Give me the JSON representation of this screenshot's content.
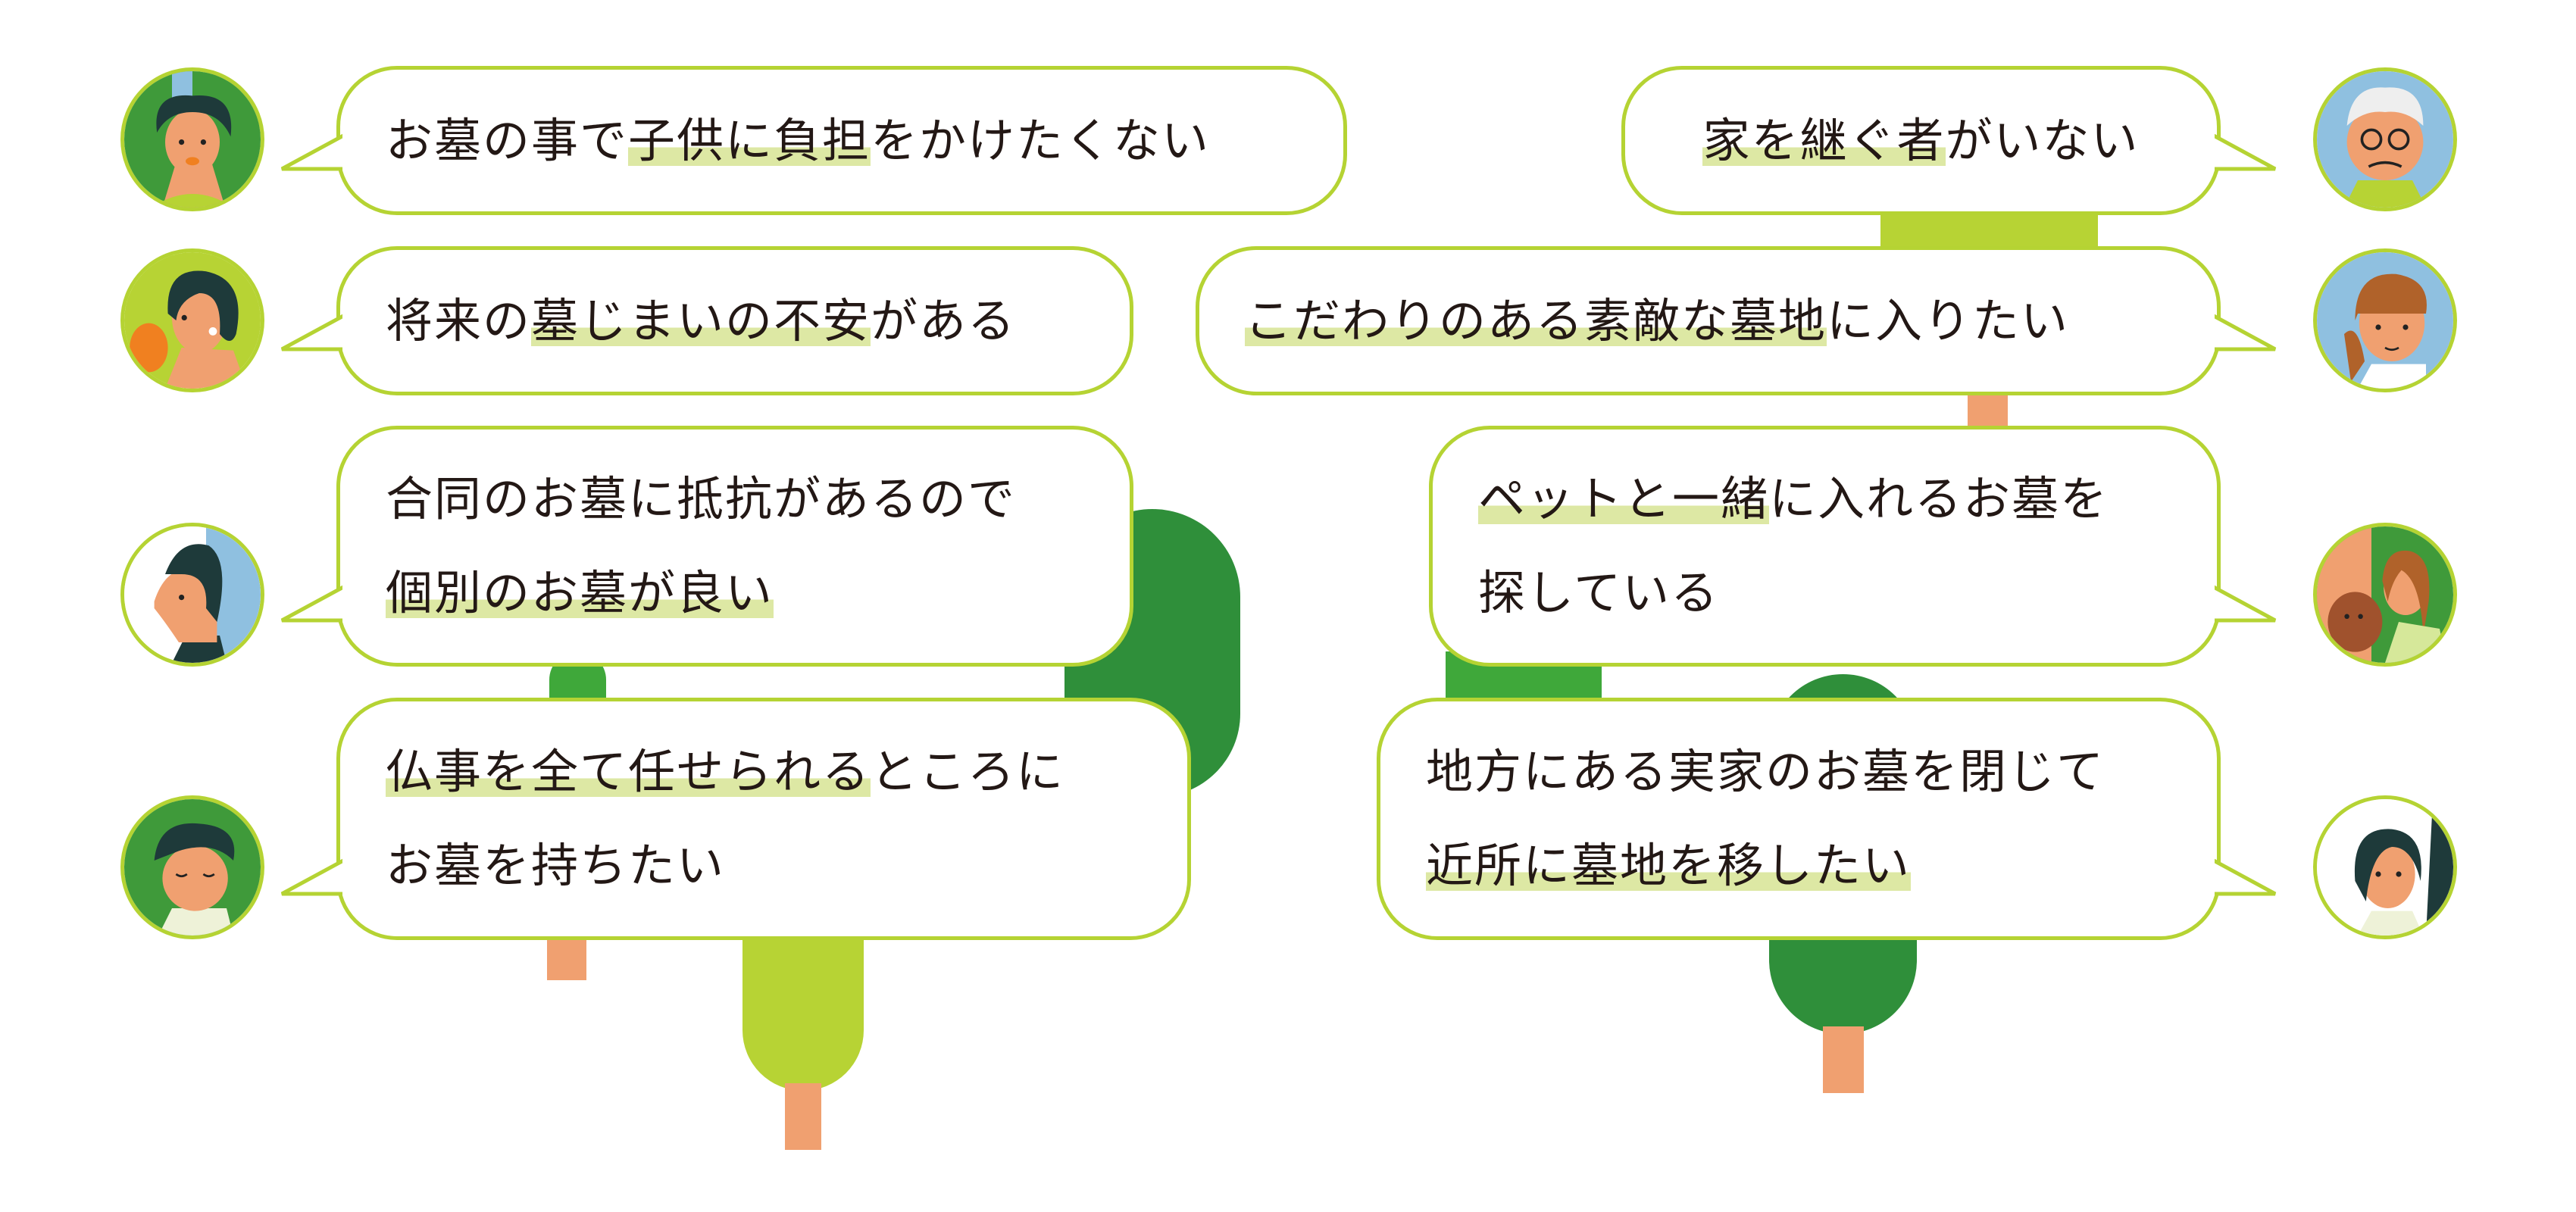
{
  "colors": {
    "border": "#b5d333",
    "highlight": "#dde8a4",
    "text": "#231815",
    "tree_dark": "#2f8f3a",
    "tree_light": "#b7d334",
    "trunk": "#f0a070"
  },
  "left": [
    {
      "lines": [
        [
          {
            "t": "お墓の事で",
            "h": false
          },
          {
            "t": "子供に負担",
            "h": true
          },
          {
            "t": "をかけたくない",
            "h": false
          }
        ]
      ]
    },
    {
      "lines": [
        [
          {
            "t": "将来の",
            "h": false
          },
          {
            "t": "墓じまいの不安",
            "h": true
          },
          {
            "t": "がある",
            "h": false
          }
        ]
      ]
    },
    {
      "lines": [
        [
          {
            "t": "合同のお墓に抵抗があるので",
            "h": false
          }
        ],
        [
          {
            "t": "個別のお墓が良い",
            "h": true
          }
        ]
      ]
    },
    {
      "lines": [
        [
          {
            "t": "仏事を全て任せられる",
            "h": true
          },
          {
            "t": "ところに",
            "h": false
          }
        ],
        [
          {
            "t": "お墓を持ちたい",
            "h": false
          }
        ]
      ]
    }
  ],
  "right": [
    {
      "lines": [
        [
          {
            "t": "家を継ぐ者",
            "h": true
          },
          {
            "t": "がいない",
            "h": false
          }
        ]
      ]
    },
    {
      "lines": [
        [
          {
            "t": "こだわりのある素敵な墓地",
            "h": true
          },
          {
            "t": "に入りたい",
            "h": false
          }
        ]
      ]
    },
    {
      "lines": [
        [
          {
            "t": "ペットと一緒",
            "h": true
          },
          {
            "t": "に入れるお墓を",
            "h": false
          }
        ],
        [
          {
            "t": "探している",
            "h": false
          }
        ]
      ]
    },
    {
      "lines": [
        [
          {
            "t": "地方にある実家のお墓を閉じて",
            "h": false
          }
        ],
        [
          {
            "t": "近所に墓地を移したい",
            "h": true
          }
        ]
      ]
    }
  ]
}
